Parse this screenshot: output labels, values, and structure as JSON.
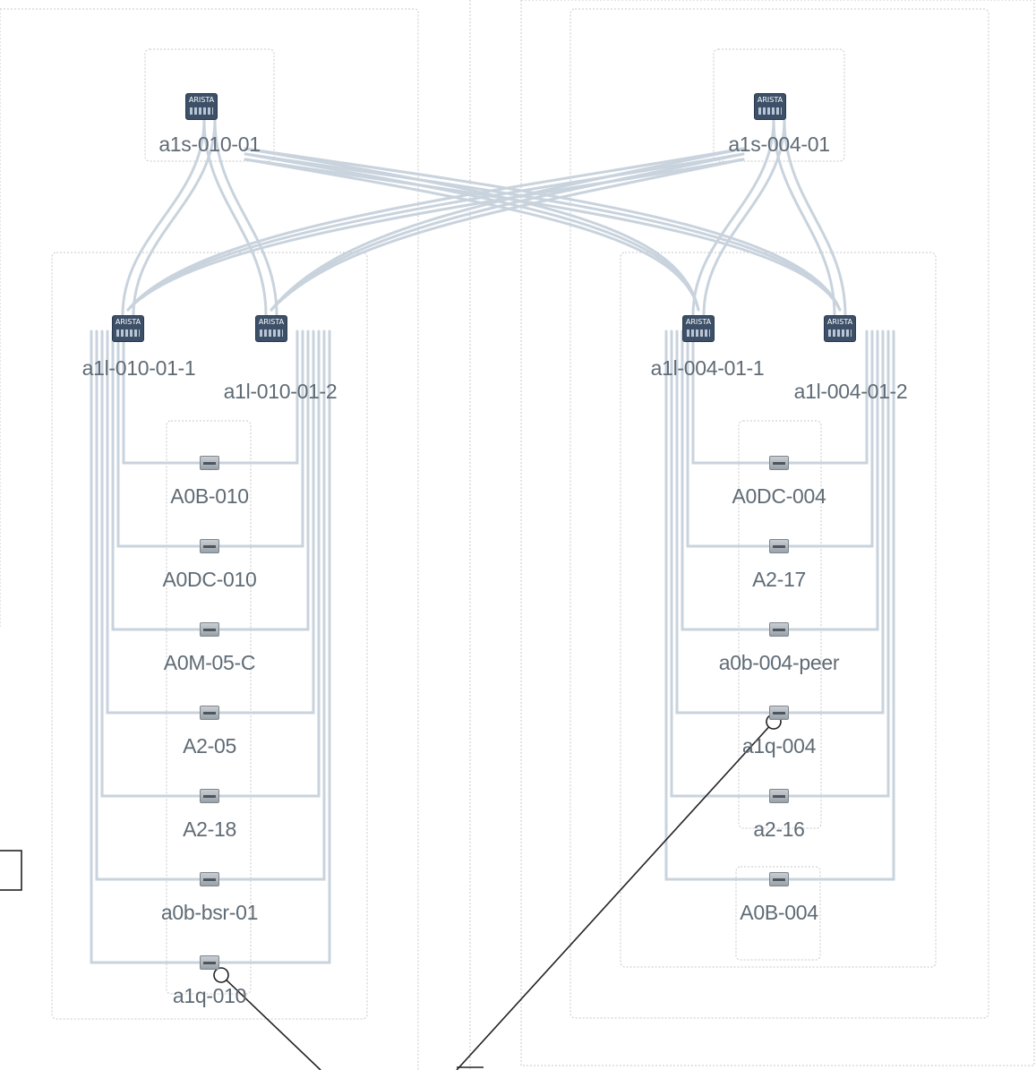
{
  "diagram": {
    "nodes": {
      "spine_left": {
        "name": "a1s-010-01",
        "brand": "ARISTA",
        "icon": "arista-switch-icon"
      },
      "spine_right": {
        "name": "a1s-004-01",
        "brand": "ARISTA",
        "icon": "arista-switch-icon"
      },
      "leaf_l1": {
        "name": "a1l-010-01-1",
        "brand": "ARISTA",
        "icon": "arista-switch-icon"
      },
      "leaf_l2": {
        "name": "a1l-010-01-2",
        "brand": "ARISTA",
        "icon": "arista-switch-icon"
      },
      "leaf_r1": {
        "name": "a1l-004-01-1",
        "brand": "ARISTA",
        "icon": "arista-switch-icon"
      },
      "leaf_r2": {
        "name": "a1l-004-01-2",
        "brand": "ARISTA",
        "icon": "arista-switch-icon"
      }
    },
    "left_hosts": [
      "A0B-010",
      "A0DC-010",
      "A0M-05-C",
      "A2-05",
      "A2-18",
      "a0b-bsr-01",
      "a1q-010"
    ],
    "right_hosts": [
      "A0DC-004",
      "A2-17",
      "a0b-004-peer",
      "a1q-004",
      "a2-16",
      "A0B-004"
    ],
    "host_icon": "server-icon",
    "colors": {
      "link": "#c9d3dd",
      "node_label": "#5f6b75",
      "switch": "#3d5068",
      "group_border": "#c8c8c8",
      "annotation_line": "#222222"
    }
  }
}
